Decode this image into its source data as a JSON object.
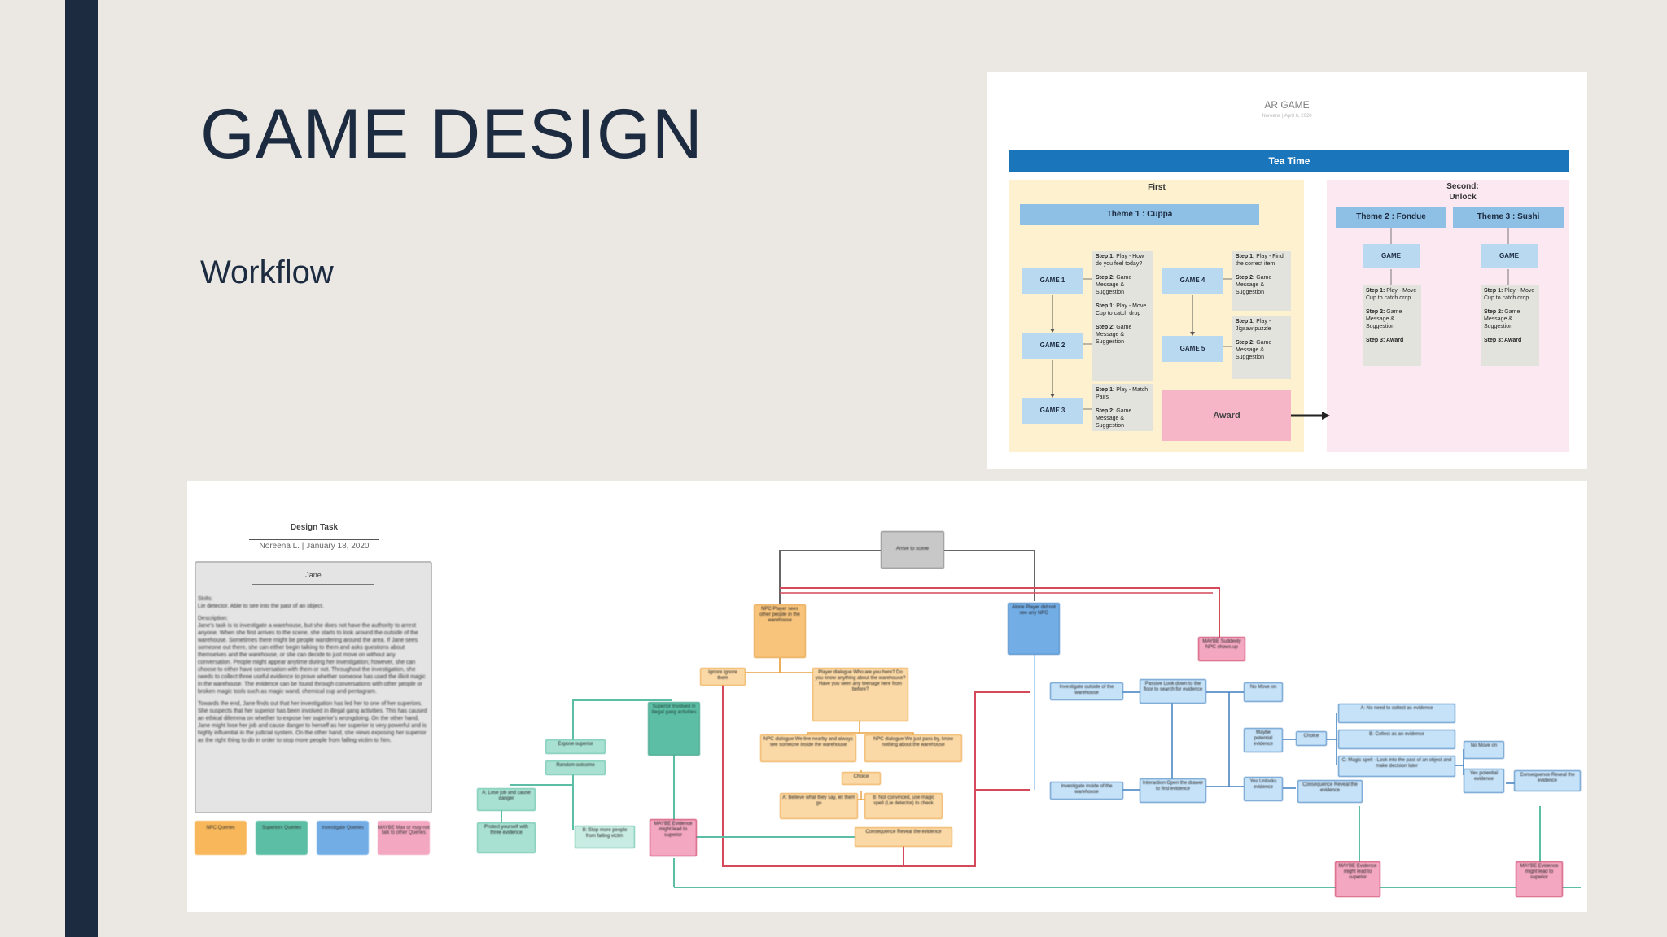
{
  "slide": {
    "title": "GAME DESIGN",
    "subtitle": "Workflow"
  },
  "colors": {
    "navy": "#1d2b40",
    "background": "#ebe8e3",
    "banner_blue": "#1b75bb",
    "theme_blue": "#8ec0e5",
    "game_blue": "#b9d9f1",
    "first_bg": "#fdf1cf",
    "second_bg": "#fce8f0",
    "award_pink": "#f6b6c8",
    "step_gray": "#e3e3de"
  },
  "ar_game": {
    "title": "AR GAME",
    "meta": "Noreena | April 6, 2020",
    "banner": "Tea Time",
    "first_label": "First",
    "second_label_1": "Second:",
    "second_label_2": "Unlock",
    "theme1": "Theme 1 : Cuppa",
    "theme2": "Theme 2 : Fondue",
    "theme3": "Theme 3 : Sushi",
    "games": {
      "g1": "GAME 1",
      "g2": "GAME 2",
      "g3": "GAME 3",
      "g4": "GAME 4",
      "g5": "GAME 5",
      "gA": "GAME",
      "gB": "GAME"
    },
    "steps": {
      "g1": {
        "s1_label": "Step 1:",
        "s1": " Play - How do you feel today?",
        "s2_label": "Step 2:",
        "s2": " Game Message & Suggestion"
      },
      "g2": {
        "s1_label": "Step 1:",
        "s1": " Play - Move Cup to catch drop",
        "s2_label": "Step 2:",
        "s2": " Game Message & Suggestion"
      },
      "g3": {
        "s1_label": "Step 1:",
        "s1": " Play - Match Pairs",
        "s2_label": "Step 2:",
        "s2": " Game Message & Suggestion"
      },
      "g4": {
        "s1_label": "Step 1:",
        "s1": " Play - Find the correct item",
        "s2_label": "Step 2:",
        "s2": " Game Message & Suggestion"
      },
      "g5": {
        "s1_label": "Step 1:",
        "s1": " Play - Jigsaw puzzle",
        "s2_label": "Step 2:",
        "s2": " Game Message & Suggestion"
      },
      "gA": {
        "s1_label": "Step 1:",
        "s1": " Play - Move Cup to catch drop",
        "s2_label": "Step 2:",
        "s2": " Game Message & Suggestion",
        "s3_label": "Step 3:",
        "s3": " Award"
      },
      "gB": {
        "s1_label": "Step 1:",
        "s1": " Play - Move Cup to catch drop",
        "s2_label": "Step 2:",
        "s2": " Game Message & Suggestion",
        "s3_label": "Step 3:",
        "s3": " Award"
      }
    },
    "award": "Award"
  },
  "design_task": {
    "title": "Design Task",
    "meta": "Noreena L. | January 18, 2020",
    "character_name": "Jane",
    "skills_heading": "Skills:",
    "skills": "Lie detector. Able to see into the past of an object.",
    "description_heading": "Description:",
    "description_1": "Jane's task is to investigate a warehouse, but she does not have the authority to arrest anyone. When she first arrives to the scene, she starts to look around the outside of the warehouse. Sometimes there might be people wandering around the area. If Jane sees someone out there, she can either begin talking to them and asks questions about themselves and the warehouse, or she can decide to just move on without any conversation. People might appear anytime during her investigation; however, she can choose to either have conversation with them or not. Throughout the investigation, she needs to collect three useful evidence to prove whether someone has used the illicit magic in the warehouse. The evidence can be found through conversations with other people or broken magic tools such as magic wand, chemical cup and pentagram.",
    "description_2": "Towards the end, Jane finds out that her investigation has led her to one of her superiors. She suspects that her superior has been involved in illegal gang activities. This has caused an ethical dilemma on whether to expose her superior's wrongdoing. On the other hand, Jane might lose her job and cause danger to herself as her superior is very powerful and is highly influential in the judicial system. On the other hand, she views exposing her superior as the right thing to do in order to stop more people from falling victim to him.",
    "legend": [
      "NPC Queries",
      "Superiors Queries",
      "Investigate Queries",
      "MAYBE Max or may not talk to other Queries"
    ],
    "nodes": {
      "start": "Arrive to scene",
      "npc": "NPC Player sees other people in the warehouse",
      "ignore": "Ignore Ignore them",
      "dialogue": "Player dialogue Who are you here? Do you know anything about the warehouse? Have you seen any teenage here from before?",
      "npc_d1": "NPC dialogue We live nearby and always see someone inside the warehouse",
      "npc_d2": "NPC dialogue We just pass by, know nothing about the warehouse",
      "choice": "Choice",
      "believe": "A: Believe what they say, let them go",
      "notbelieve": "B: Not convinced, use magic spell (Lie detector) to check",
      "consequence": "Consequence Reveal the evidence",
      "superior": "Superior Involved in illegal gang activities",
      "expose": "Expose superior",
      "random": "Random outcome",
      "lose": "A: Lose job and cause danger",
      "protect": "Protect yourself with three evidence",
      "notmore": "B: Stop more people from falling victim",
      "maybe_ev": "MAYBE Evidence might lead to superior",
      "alone": "Alone Player did not see any NPC",
      "maybe_npc": "MAYBE Suddenly NPC shows up",
      "outside": "Investigate outside of the warehouse",
      "inside": "Investigate inside of the warehouse",
      "passive": "Passive Look down to the floor to search for evidence",
      "interaction": "Interaction Open the drawer to find evidence",
      "no": "No Move on",
      "maybe_ev2": "Maybe potential evidence",
      "yes": "Yes Unlocks evidence",
      "choice2": "Choice",
      "ev_a": "A: No need to collect as evidence",
      "ev_b": "B: Collect as an evidence",
      "ev_c": "C: Magic spell - Look into the past of an object and make decision later",
      "consequence2": "Consequence Reveal the evidence",
      "no2": "No Move on",
      "yes2": "Yes potential evidence",
      "consequence3": "Consequence Reveal the evidence",
      "maybe_b1": "MAYBE Evidence might lead to superior",
      "maybe_b2": "MAYBE Evidence might lead to superior"
    }
  }
}
